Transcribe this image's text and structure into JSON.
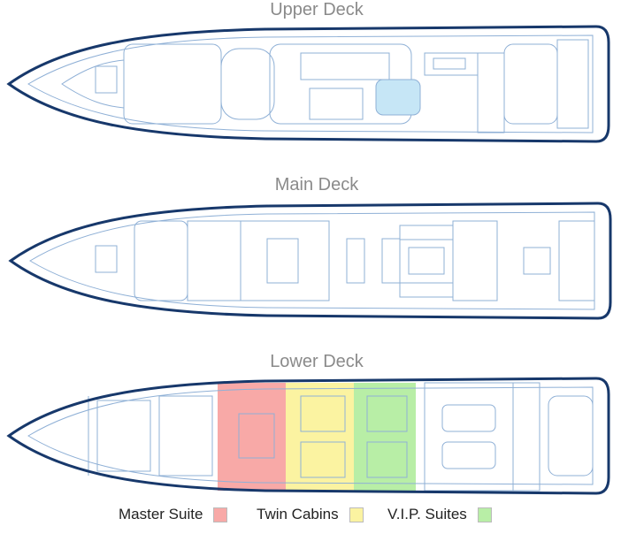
{
  "decks": {
    "upper": {
      "title": "Upper Deck"
    },
    "main": {
      "title": "Main Deck"
    },
    "lower": {
      "title": "Lower Deck"
    }
  },
  "legend": [
    {
      "label": "Master Suite",
      "color": "#f8a9a7"
    },
    {
      "label": "Twin Cabins",
      "color": "#fbf3a1"
    },
    {
      "label": "V.I.P. Suites",
      "color": "#b8eea6"
    }
  ],
  "colors": {
    "hull": "#17386b",
    "lines": "#8fb0d6",
    "pool": "#c6e6f6"
  }
}
